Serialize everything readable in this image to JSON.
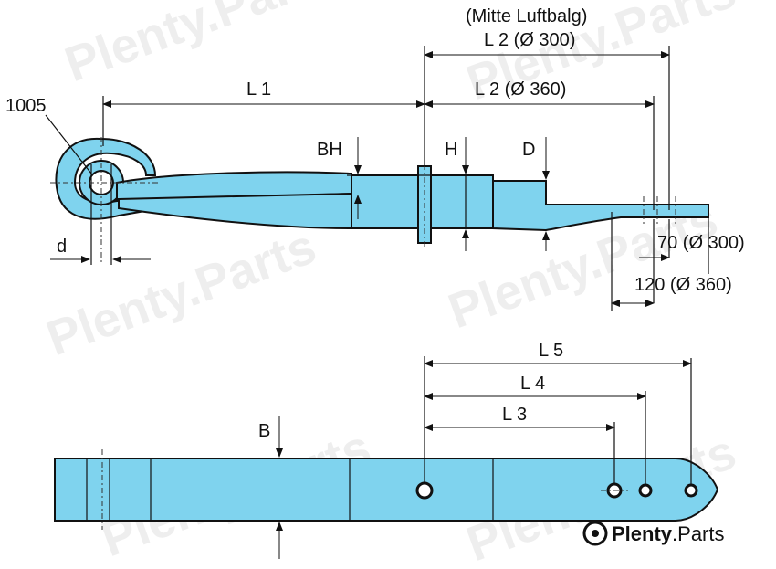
{
  "labels": {
    "mitte": "(Mitte Luftbalg)",
    "l2_300": "L 2 (Ø 300)",
    "l2_360": "L 2 (Ø 360)",
    "l1": "L 1",
    "part_no": "1005",
    "bh": "BH",
    "h": "H",
    "d_upper": "D",
    "d_lower": "d",
    "off_70": "70 (Ø 300)",
    "off_120": "120 (Ø 360)",
    "l5": "L 5",
    "l4": "L 4",
    "l3": "L 3",
    "b": "B"
  },
  "watermark": {
    "text": "Plenty.Parts",
    "brand_bold": "Plenty",
    "brand_rest": ".Parts"
  },
  "colors": {
    "part_fill": "#7fd3ee",
    "outline": "#111111"
  }
}
